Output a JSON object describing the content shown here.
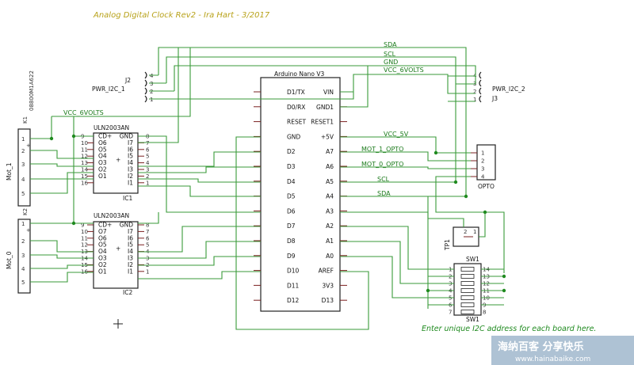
{
  "title": "Analog Digital Clock Rev2  - Ira Hart - 3/2017",
  "note": "Enter unique I2C address for each board here.",
  "colors": {
    "wire": "#3a9a3a",
    "text": "#111111",
    "net": "#1b7a1b",
    "title": "#b8a21a"
  },
  "nets": {
    "sda": "SDA",
    "scl": "SCL",
    "gnd": "GND",
    "vcc6": "VCC_6VOLTS",
    "vcc6_left": "VCC_6VOLTS",
    "vcc5": "VCC_5V",
    "mot1opto": "MOT_1_OPTO",
    "mot0opto": "MOT_0_OPTO",
    "scl2": "SCL",
    "sda2": "SDA"
  },
  "nano": {
    "name": "Arduino Nano V3",
    "left_pins": [
      "D1/TX",
      "D0/RX",
      "RESET",
      "GND",
      "D2",
      "D3",
      "D4",
      "D5",
      "D6",
      "D7",
      "D8",
      "D9",
      "D10",
      "D11",
      "D12"
    ],
    "right_pins": [
      "VIN",
      "GND1",
      "RESET1",
      "+5V",
      "A7",
      "A6",
      "A5",
      "A4",
      "A3",
      "A2",
      "A1",
      "A0",
      "AREF",
      "3V3",
      "D13"
    ]
  },
  "ic1": {
    "name": "ULN2003AN",
    "ref": "IC1",
    "left_nums": [
      "9",
      "10",
      "11",
      "12",
      "13",
      "14",
      "15",
      "16"
    ],
    "left_pins": [
      "CD+",
      "O6",
      "O5",
      "O4",
      "O3",
      "O2",
      "O1"
    ],
    "right_pins": [
      "GND",
      "I7",
      "I6",
      "I5",
      "I4",
      "I3",
      "I2",
      "I1"
    ],
    "right_nums": [
      "8",
      "7",
      "6",
      "5",
      "4",
      "3",
      "2",
      "1"
    ]
  },
  "ic2": {
    "name": "ULN2003AN",
    "ref": "IC2",
    "left_nums": [
      "9",
      "10",
      "11",
      "12",
      "13",
      "14",
      "15",
      "16"
    ],
    "left_pins": [
      "CD+",
      "O7",
      "O6",
      "O5",
      "O4",
      "O3",
      "O2",
      "O1"
    ],
    "right_pins": [
      "GND",
      "I7",
      "I6",
      "I5",
      "I4",
      "I3",
      "I2",
      "I1"
    ],
    "right_nums": [
      "8",
      "7",
      "6",
      "5",
      "4",
      "3",
      "2",
      "1"
    ]
  },
  "mot1": {
    "name": "Mot_1",
    "ref": "K1",
    "part": "08800M1A622",
    "pins": [
      "1",
      "2",
      "3",
      "4",
      "5"
    ]
  },
  "mot0": {
    "name": "Mot_0",
    "ref": "K2",
    "pins": [
      "1",
      "2",
      "3",
      "4",
      "5"
    ]
  },
  "j2": {
    "name": "PWR_I2C_1",
    "ref": "J2",
    "pins": [
      "4",
      "3",
      "2",
      "1"
    ]
  },
  "j3": {
    "name": "PWR_I2C_2",
    "ref": "J3",
    "pins": [
      "4",
      "3",
      "2",
      "1"
    ]
  },
  "opto": {
    "name": "OPTO",
    "pins": [
      "1",
      "2",
      "3",
      "4"
    ]
  },
  "tp1": {
    "name": "TP1",
    "pins": [
      "1",
      "2"
    ]
  },
  "sw1": {
    "name": "SW1",
    "left_nums": [
      "1",
      "2",
      "3",
      "4",
      "5",
      "6",
      "7"
    ],
    "right_nums": [
      "14",
      "13",
      "12",
      "11",
      "10",
      "9",
      "8"
    ]
  },
  "watermark": {
    "line1": "海纳百客 分享快乐",
    "line2": "www.hainabaike.com"
  }
}
